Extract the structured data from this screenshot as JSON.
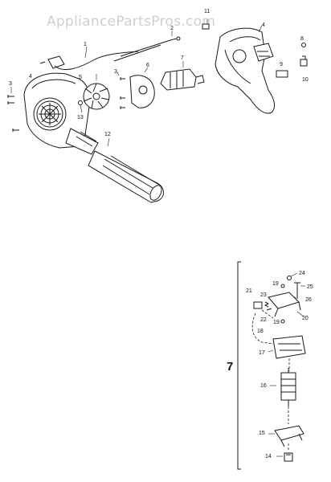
{
  "watermark": "AppliancePartsPros.com",
  "callouts": {
    "c1": "1",
    "c2": "2",
    "c3a": "3",
    "c3b": "3",
    "c4a": "4",
    "c4b": "4",
    "c5": "5",
    "c6": "6",
    "c7": "7",
    "c8": "8",
    "c9": "9",
    "c10": "10",
    "c11": "11",
    "c12": "12",
    "c13": "13",
    "c14": "14",
    "c15": "15",
    "c16": "16",
    "c17": "17",
    "c18": "18",
    "c19a": "19",
    "c19b": "19",
    "c20": "20",
    "c21": "21",
    "c22": "22",
    "c23": "23",
    "c24": "24",
    "c25": "25",
    "c26": "26"
  },
  "group_label": "7"
}
